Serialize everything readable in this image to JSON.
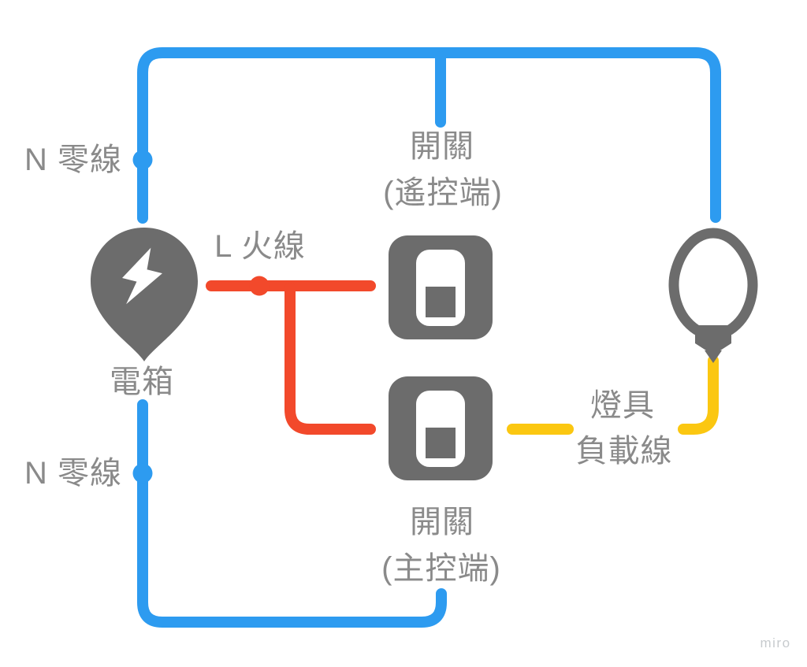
{
  "colors": {
    "background": "#ffffff",
    "wire-neutral": "#2d9bf0",
    "wire-live": "#f2492b",
    "wire-load": "#fbc711",
    "icon-grey": "#6c6c6c",
    "label-grey": "#8a8a8a",
    "watermark-grey": "#c7cbce"
  },
  "diagram": {
    "labels": {
      "neutral_top": "N 零線",
      "neutral_bottom": "N 零線",
      "live": "L 火線",
      "power_box": "電箱",
      "switch_remote": {
        "line1": "開關",
        "line2": "(遙控端)"
      },
      "switch_main": {
        "line1": "開關",
        "line2": "(主控端)"
      },
      "load": {
        "line1": "燈具",
        "line2": "負載線"
      }
    },
    "icons": {
      "power_box": "power-box-pin-icon",
      "switch_remote": "rocker-switch-icon",
      "switch_main": "rocker-switch-icon",
      "bulb": "light-bulb-icon"
    },
    "watermark": "miro"
  }
}
